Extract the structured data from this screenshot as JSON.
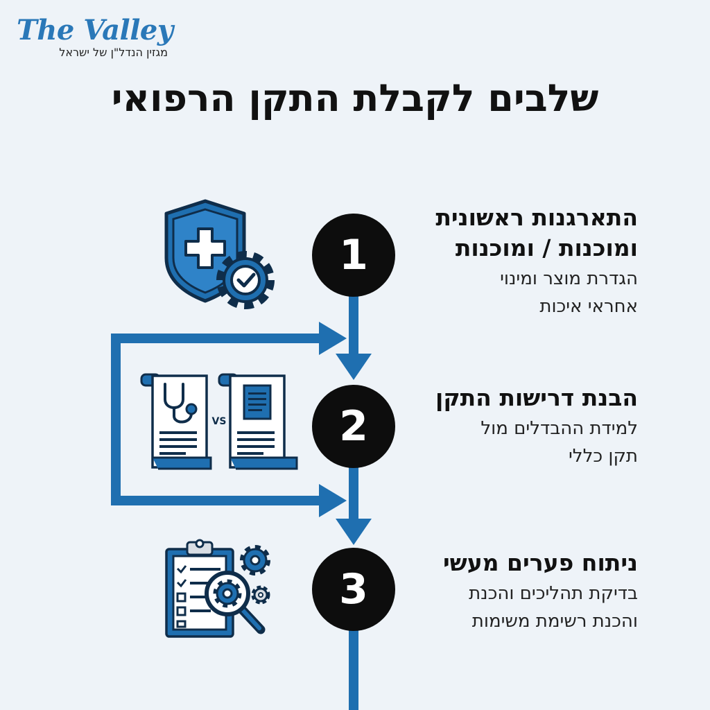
{
  "brand": {
    "name": "The Valley",
    "tagline": "מגזין הנדל\"ן של ישראל"
  },
  "title": "שלבים לקבלת התקן הרפואי",
  "steps": [
    {
      "number": "1",
      "title_line1": "התארגנות ראשונית",
      "title_line2": "ומוכנות / ומוכנות",
      "desc_line1": "הגדרת מוצר ומינוי",
      "desc_line2": "אחראי איכות",
      "icon": "shield-medical-gear-check-icon"
    },
    {
      "number": "2",
      "title_line1": "הבנת דרישות התקן",
      "desc_line1": "למידת ההבדלים מול",
      "desc_line2": "תקן כללי",
      "icon": "documents-compare-icon",
      "vs_label": "VS"
    },
    {
      "number": "3",
      "title_line1": "ניתוח פערים מעשי",
      "desc_line1": "בדיקת תהליכים והכנת",
      "desc_line2": "והכנת רשימת משימות",
      "icon": "clipboard-magnifier-gears-icon"
    }
  ],
  "colors": {
    "background": "#eef3f8",
    "accent_blue": "#1f6fb0",
    "navy": "#0f2d4a",
    "circle": "#0d0d0d"
  }
}
